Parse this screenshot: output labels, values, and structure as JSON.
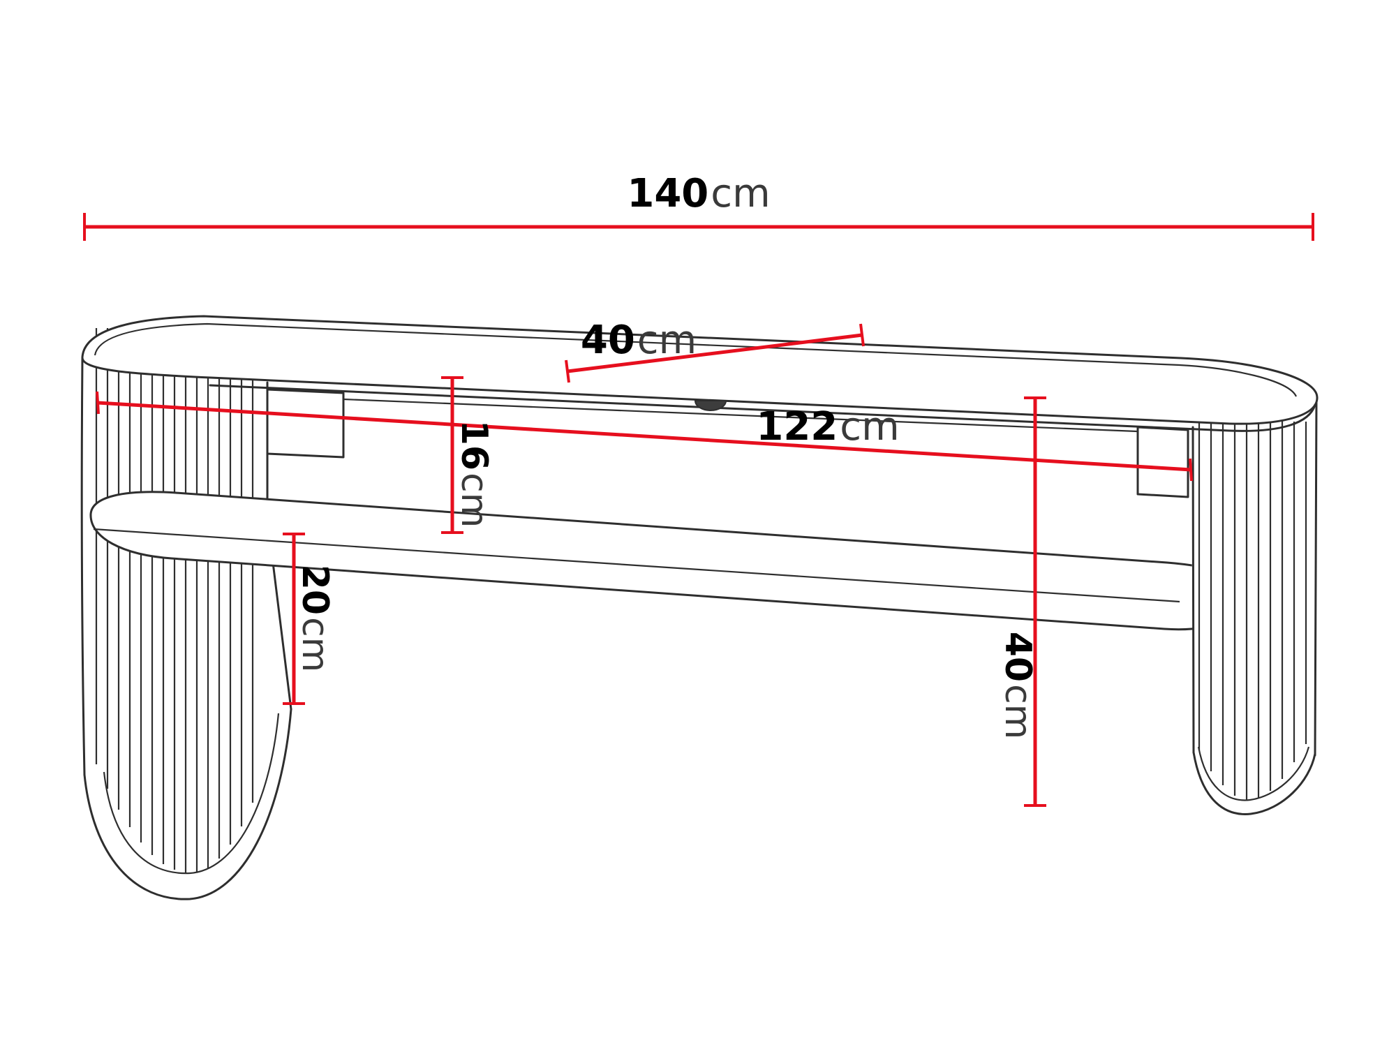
{
  "diagram": {
    "colors": {
      "dimension": "#e60f1e",
      "line": "#2e2e2e",
      "background": "#ffffff"
    },
    "dimensions": {
      "width": {
        "value": "140",
        "unit": "cm"
      },
      "depth": {
        "value": "40",
        "unit": "cm"
      },
      "inner_width": {
        "value": "122",
        "unit": "cm"
      },
      "shelf_gap": {
        "value": "16",
        "unit": "cm"
      },
      "leg_height": {
        "value": "20",
        "unit": "cm"
      },
      "total_height": {
        "value": "40",
        "unit": "cm"
      }
    }
  }
}
